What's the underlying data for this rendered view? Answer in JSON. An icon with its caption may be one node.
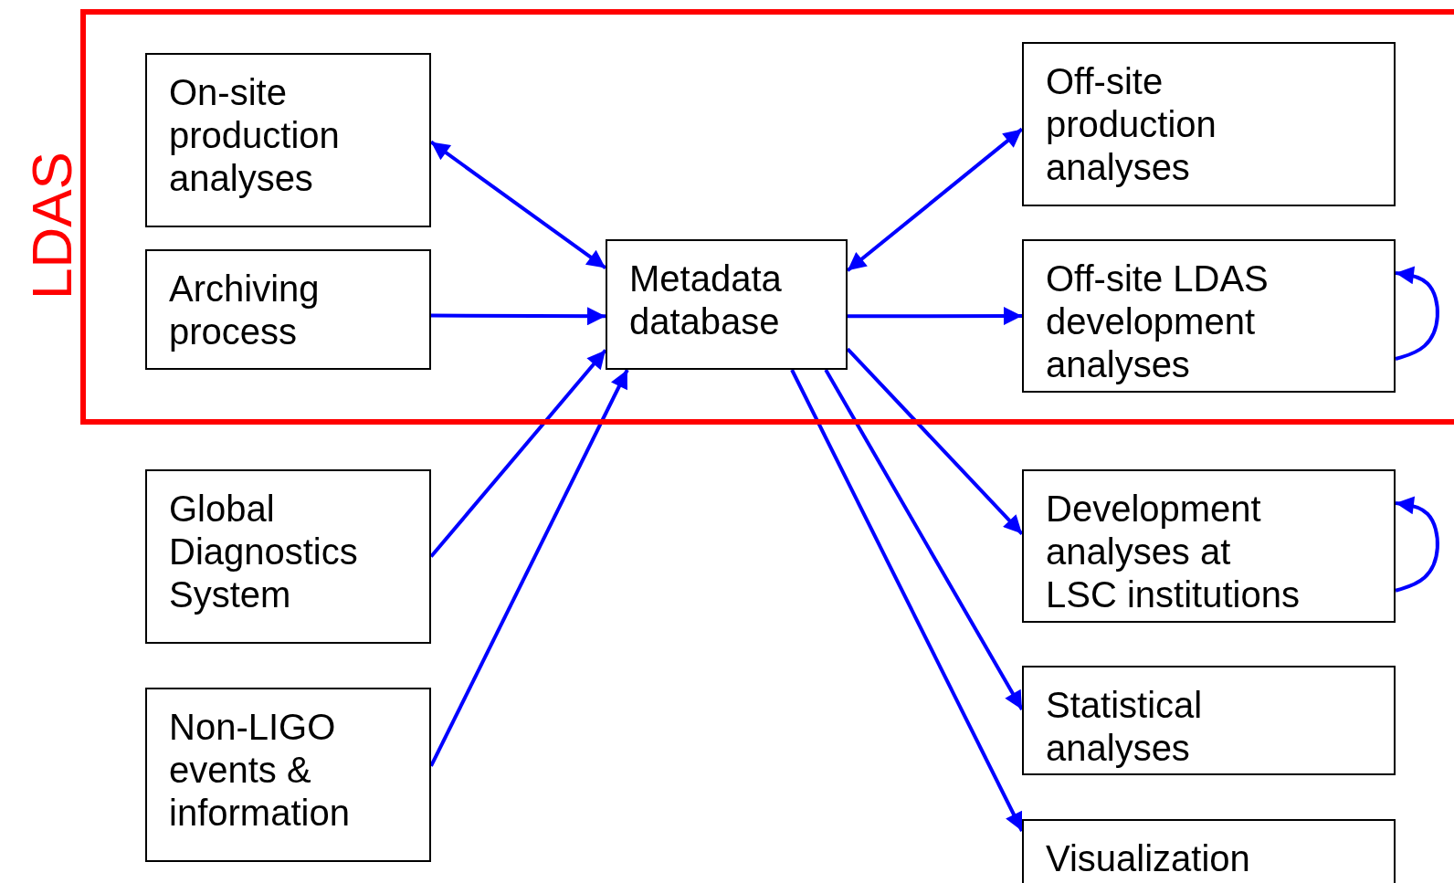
{
  "diagram": {
    "nodes": [
      {
        "text": [
          "LDAS"
        ]
      },
      {
        "text": [
          "On-site production analyses"
        ],
        "in": 0
      },
      {
        "text": [
          "Archiving process"
        ],
        "in": 0
      },
      {
        "text": [
          "Metadata database"
        ],
        "in": 0
      },
      {
        "text": [
          "Off-site production analyses"
        ],
        "in": 0
      },
      {
        "text": [
          "Off-site LDAS development analyses"
        ],
        "in": 0
      },
      {
        "text": [
          "Global Diagnostics System"
        ]
      },
      {
        "text": [
          "Non-LIGO events & information"
        ]
      },
      {
        "text": [
          "Development analyses at LSC institutions"
        ]
      },
      {
        "text": [
          "Statistical analyses"
        ]
      },
      {
        "text": [
          "Visualization"
        ]
      }
    ],
    "edges": [
      {
        "from": 1,
        "to": 3,
        "arrow": "both"
      },
      {
        "from": 2,
        "to": 3,
        "arrow": "to"
      },
      {
        "from": 6,
        "to": 3,
        "arrow": "to"
      },
      {
        "from": 7,
        "to": 3,
        "arrow": "to"
      },
      {
        "from": 3,
        "to": 4,
        "arrow": "both"
      },
      {
        "from": 3,
        "to": 5,
        "arrow": "to"
      },
      {
        "from": 5,
        "to": 5,
        "arrow": "to"
      },
      {
        "from": 3,
        "to": 8,
        "arrow": "to"
      },
      {
        "from": 3,
        "to": 9,
        "arrow": "to"
      },
      {
        "from": 3,
        "to": 10,
        "arrow": "to"
      },
      {
        "from": 8,
        "to": 8,
        "arrow": "to"
      }
    ]
  }
}
